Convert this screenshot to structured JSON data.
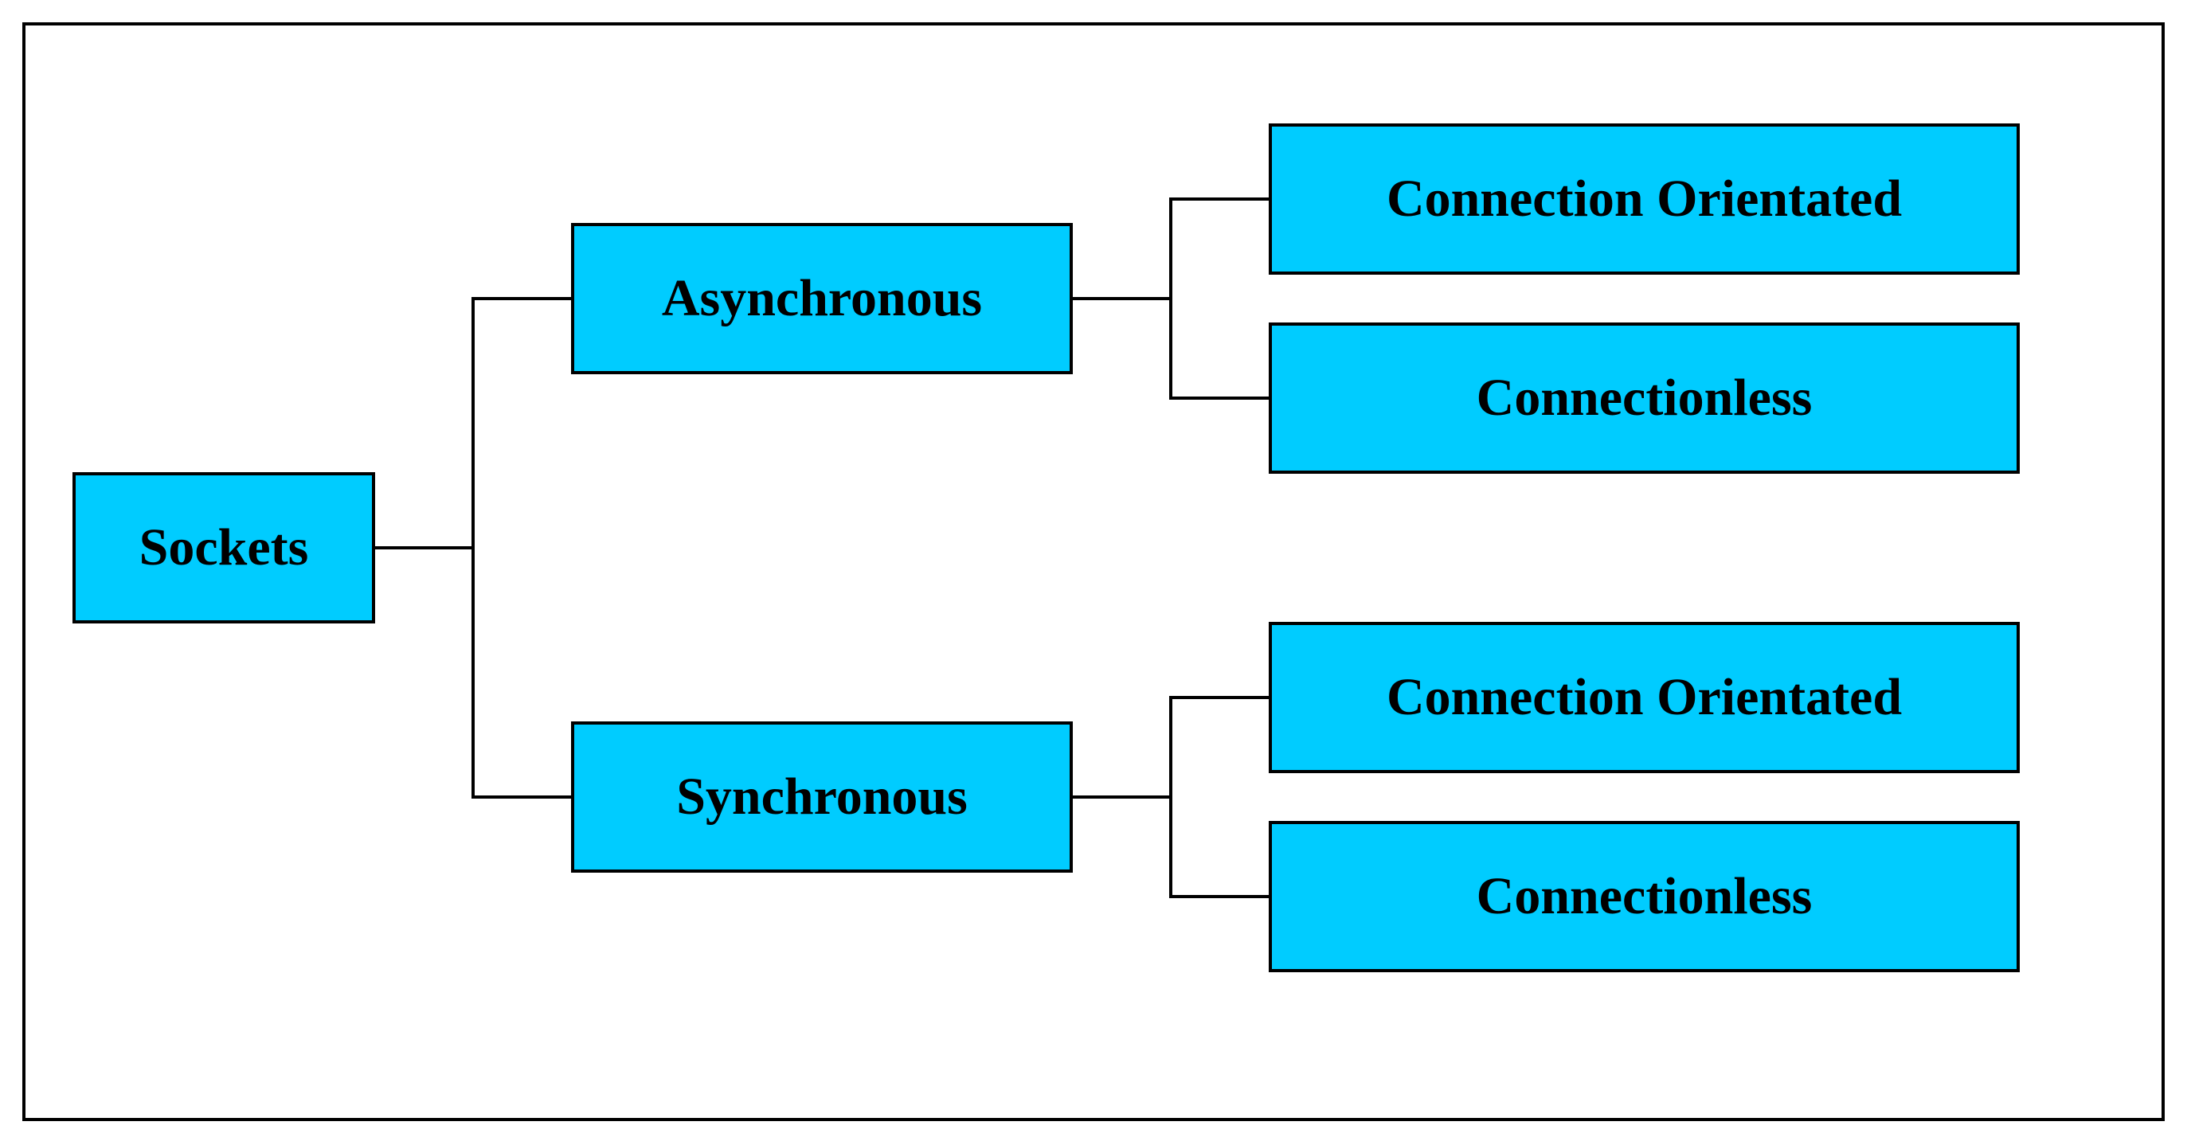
{
  "diagram": {
    "node_color": "#00ccff",
    "line_color": "#000000",
    "root": {
      "label": "Sockets"
    },
    "branches": [
      {
        "label": "Asynchronous",
        "children": [
          {
            "label": "Connection Orientated"
          },
          {
            "label": "Connectionless"
          }
        ]
      },
      {
        "label": "Synchronous",
        "children": [
          {
            "label": "Connection Orientated"
          },
          {
            "label": "Connectionless"
          }
        ]
      }
    ]
  }
}
